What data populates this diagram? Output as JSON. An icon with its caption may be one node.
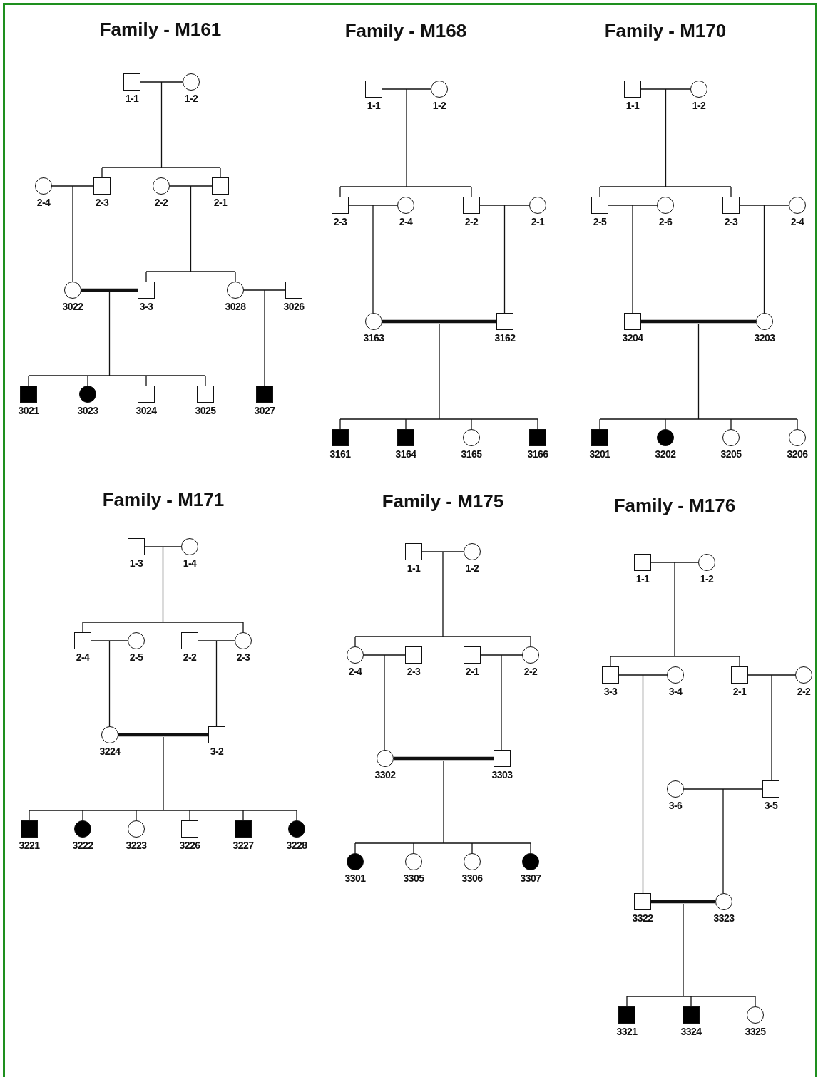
{
  "diagram": {
    "nodes": [
      {
        "text": [],
        "shape": "box",
        "beside": [
          "1-1"
        ]
      },
      {
        "text": [],
        "shape": "circle",
        "beside": [
          "1-2"
        ]
      },
      {
        "text": [],
        "shape": "circle",
        "beside": [
          "2-4"
        ]
      },
      {
        "text": [],
        "shape": "box",
        "beside": [
          "2-3"
        ]
      },
      {
        "text": [],
        "shape": "circle",
        "beside": [
          "2-2"
        ]
      },
      {
        "text": [],
        "shape": "box",
        "beside": [
          "2-1"
        ]
      },
      {
        "text": [],
        "shape": "circle",
        "beside": [
          "3022"
        ]
      },
      {
        "text": [],
        "shape": "box",
        "beside": [
          "3-3"
        ]
      },
      {
        "text": [],
        "shape": "circle",
        "beside": [
          "3028"
        ]
      },
      {
        "text": [],
        "shape": "box",
        "beside": [
          "3026"
        ]
      },
      {
        "text": [],
        "shape": "block",
        "beside": [
          "3021"
        ]
      },
      {
        "text": [],
        "shape": "dot",
        "beside": [
          "3023"
        ]
      },
      {
        "text": [],
        "shape": "box",
        "beside": [
          "3024"
        ]
      },
      {
        "text": [],
        "shape": "box",
        "beside": [
          "3025"
        ]
      },
      {
        "text": [],
        "shape": "block",
        "beside": [
          "3027"
        ]
      },
      {
        "text": [],
        "shape": "box",
        "beside": [
          "1-1"
        ]
      },
      {
        "text": [],
        "shape": "circle",
        "beside": [
          "1-2"
        ]
      },
      {
        "text": [],
        "shape": "box",
        "beside": [
          "2-3"
        ]
      },
      {
        "text": [],
        "shape": "circle",
        "beside": [
          "2-4"
        ]
      },
      {
        "text": [],
        "shape": "box",
        "beside": [
          "2-2"
        ]
      },
      {
        "text": [],
        "shape": "circle",
        "beside": [
          "2-1"
        ]
      },
      {
        "text": [],
        "shape": "circle",
        "beside": [
          "3163"
        ]
      },
      {
        "text": [],
        "shape": "box",
        "beside": [
          "3162"
        ]
      },
      {
        "text": [],
        "shape": "block",
        "beside": [
          "3161"
        ]
      },
      {
        "text": [],
        "shape": "block",
        "beside": [
          "3164"
        ]
      },
      {
        "text": [],
        "shape": "circle",
        "beside": [
          "3165"
        ]
      },
      {
        "text": [],
        "shape": "block",
        "beside": [
          "3166"
        ]
      },
      {
        "text": [],
        "shape": "box",
        "beside": [
          "1-1"
        ]
      },
      {
        "text": [],
        "shape": "circle",
        "beside": [
          "1-2"
        ]
      },
      {
        "text": [],
        "shape": "box",
        "beside": [
          "2-5"
        ]
      },
      {
        "text": [],
        "shape": "circle",
        "beside": [
          "2-6"
        ]
      },
      {
        "text": [],
        "shape": "box",
        "beside": [
          "2-3"
        ]
      },
      {
        "text": [],
        "shape": "circle",
        "beside": [
          "2-4"
        ]
      },
      {
        "text": [],
        "shape": "box",
        "beside": [
          "3204"
        ]
      },
      {
        "text": [],
        "shape": "circle",
        "beside": [
          "3203"
        ]
      },
      {
        "text": [],
        "shape": "block",
        "beside": [
          "3201"
        ]
      },
      {
        "text": [],
        "shape": "dot",
        "beside": [
          "3202"
        ]
      },
      {
        "text": [],
        "shape": "circle",
        "beside": [
          "3205"
        ]
      },
      {
        "text": [],
        "shape": "circle",
        "beside": [
          "3206"
        ]
      },
      {
        "text": [],
        "shape": "box",
        "beside": [
          "1-3"
        ]
      },
      {
        "text": [],
        "shape": "circle",
        "beside": [
          "1-4"
        ]
      },
      {
        "text": [],
        "shape": "box",
        "beside": [
          "2-4"
        ]
      },
      {
        "text": [],
        "shape": "circle",
        "beside": [
          "2-5"
        ]
      },
      {
        "text": [],
        "shape": "box",
        "beside": [
          "2-2"
        ]
      },
      {
        "text": [],
        "shape": "circle",
        "beside": [
          "2-3"
        ]
      },
      {
        "text": [],
        "shape": "circle",
        "beside": [
          "3224"
        ]
      },
      {
        "text": [],
        "shape": "box",
        "beside": [
          "3-2"
        ]
      },
      {
        "text": [],
        "shape": "block",
        "beside": [
          "3221"
        ]
      },
      {
        "text": [],
        "shape": "dot",
        "beside": [
          "3222"
        ]
      },
      {
        "text": [],
        "shape": "circle",
        "beside": [
          "3223"
        ]
      },
      {
        "text": [],
        "shape": "box",
        "beside": [
          "3226"
        ]
      },
      {
        "text": [],
        "shape": "block",
        "beside": [
          "3227"
        ]
      },
      {
        "text": [],
        "shape": "dot",
        "beside": [
          "3228"
        ]
      },
      {
        "text": [],
        "shape": "box",
        "beside": [
          "1-1"
        ]
      },
      {
        "text": [],
        "shape": "circle",
        "beside": [
          "1-2"
        ]
      },
      {
        "text": [],
        "shape": "circle",
        "beside": [
          "2-4"
        ]
      },
      {
        "text": [],
        "shape": "box",
        "beside": [
          "2-3"
        ]
      },
      {
        "text": [],
        "shape": "box",
        "beside": [
          "2-1"
        ]
      },
      {
        "text": [],
        "shape": "circle",
        "beside": [
          "2-2"
        ]
      },
      {
        "text": [],
        "shape": "circle",
        "beside": [
          "3302"
        ]
      },
      {
        "text": [],
        "shape": "box",
        "beside": [
          "3303"
        ]
      },
      {
        "text": [],
        "shape": "dot",
        "beside": [
          "3301"
        ]
      },
      {
        "text": [],
        "shape": "circle",
        "beside": [
          "3305"
        ]
      },
      {
        "text": [],
        "shape": "circle",
        "beside": [
          "3306"
        ]
      },
      {
        "text": [],
        "shape": "dot",
        "beside": [
          "3307"
        ]
      },
      {
        "text": [],
        "shape": "box",
        "beside": [
          "1-1"
        ]
      },
      {
        "text": [],
        "shape": "circle",
        "beside": [
          "1-2"
        ]
      },
      {
        "text": [],
        "shape": "box",
        "beside": [
          "3-3"
        ]
      },
      {
        "text": [],
        "shape": "circle",
        "beside": [
          "3-4"
        ]
      },
      {
        "text": [],
        "shape": "box",
        "beside": [
          "2-1"
        ]
      },
      {
        "text": [],
        "shape": "circle",
        "beside": [
          "2-2"
        ]
      },
      {
        "text": [],
        "shape": "circle",
        "beside": [
          "3-6"
        ]
      },
      {
        "text": [],
        "shape": "box",
        "beside": [
          "3-5"
        ]
      },
      {
        "text": [],
        "shape": "box",
        "beside": [
          "3322"
        ]
      },
      {
        "text": [],
        "shape": "circle",
        "beside": [
          "3323"
        ]
      },
      {
        "text": [],
        "shape": "block",
        "beside": [
          "3321"
        ]
      },
      {
        "text": [],
        "shape": "block",
        "beside": [
          "3324"
        ]
      },
      {
        "text": [],
        "shape": "circle",
        "beside": [
          "3325"
        ]
      }
    ],
    "edges": [
      {
        "from": 0,
        "to": 1,
        "arrow": "none"
      },
      {
        "from": 0,
        "to": 3,
        "arrow": "none"
      },
      {
        "from": 1,
        "to": 3,
        "arrow": "none"
      },
      {
        "from": 0,
        "to": 5,
        "arrow": "none"
      },
      {
        "from": 1,
        "to": 5,
        "arrow": "none"
      },
      {
        "from": 2,
        "to": 3,
        "arrow": "none"
      },
      {
        "from": 2,
        "to": 6,
        "arrow": "none"
      },
      {
        "from": 3,
        "to": 6,
        "arrow": "none"
      },
      {
        "from": 4,
        "to": 5,
        "arrow": "none"
      },
      {
        "from": 4,
        "to": 7,
        "arrow": "none"
      },
      {
        "from": 5,
        "to": 7,
        "arrow": "none"
      },
      {
        "from": 4,
        "to": 8,
        "arrow": "none"
      },
      {
        "from": 5,
        "to": 8,
        "arrow": "none"
      },
      {
        "from": 6,
        "to": 7,
        "arrow": "none",
        "style": "thick"
      },
      {
        "from": 6,
        "to": 10,
        "arrow": "none"
      },
      {
        "from": 7,
        "to": 10,
        "arrow": "none"
      },
      {
        "from": 6,
        "to": 11,
        "arrow": "none"
      },
      {
        "from": 7,
        "to": 11,
        "arrow": "none"
      },
      {
        "from": 6,
        "to": 12,
        "arrow": "none"
      },
      {
        "from": 7,
        "to": 12,
        "arrow": "none"
      },
      {
        "from": 6,
        "to": 13,
        "arrow": "none"
      },
      {
        "from": 7,
        "to": 13,
        "arrow": "none"
      },
      {
        "from": 8,
        "to": 9,
        "arrow": "none"
      },
      {
        "from": 8,
        "to": 14,
        "arrow": "none"
      },
      {
        "from": 9,
        "to": 14,
        "arrow": "none"
      },
      {
        "from": 15,
        "to": 16,
        "arrow": "none"
      },
      {
        "from": 15,
        "to": 17,
        "arrow": "none"
      },
      {
        "from": 16,
        "to": 17,
        "arrow": "none"
      },
      {
        "from": 15,
        "to": 19,
        "arrow": "none"
      },
      {
        "from": 16,
        "to": 19,
        "arrow": "none"
      },
      {
        "from": 17,
        "to": 18,
        "arrow": "none"
      },
      {
        "from": 17,
        "to": 21,
        "arrow": "none"
      },
      {
        "from": 18,
        "to": 21,
        "arrow": "none"
      },
      {
        "from": 19,
        "to": 20,
        "arrow": "none"
      },
      {
        "from": 19,
        "to": 22,
        "arrow": "none"
      },
      {
        "from": 20,
        "to": 22,
        "arrow": "none"
      },
      {
        "from": 21,
        "to": 22,
        "arrow": "none",
        "style": "thick"
      },
      {
        "from": 21,
        "to": 23,
        "arrow": "none"
      },
      {
        "from": 22,
        "to": 23,
        "arrow": "none"
      },
      {
        "from": 21,
        "to": 24,
        "arrow": "none"
      },
      {
        "from": 22,
        "to": 24,
        "arrow": "none"
      },
      {
        "from": 21,
        "to": 25,
        "arrow": "none"
      },
      {
        "from": 22,
        "to": 25,
        "arrow": "none"
      },
      {
        "from": 21,
        "to": 26,
        "arrow": "none"
      },
      {
        "from": 22,
        "to": 26,
        "arrow": "none"
      },
      {
        "from": 27,
        "to": 28,
        "arrow": "none"
      },
      {
        "from": 27,
        "to": 29,
        "arrow": "none"
      },
      {
        "from": 28,
        "to": 29,
        "arrow": "none"
      },
      {
        "from": 27,
        "to": 31,
        "arrow": "none"
      },
      {
        "from": 28,
        "to": 31,
        "arrow": "none"
      },
      {
        "from": 29,
        "to": 30,
        "arrow": "none"
      },
      {
        "from": 29,
        "to": 33,
        "arrow": "none"
      },
      {
        "from": 30,
        "to": 33,
        "arrow": "none"
      },
      {
        "from": 31,
        "to": 32,
        "arrow": "none"
      },
      {
        "from": 31,
        "to": 34,
        "arrow": "none"
      },
      {
        "from": 32,
        "to": 34,
        "arrow": "none"
      },
      {
        "from": 33,
        "to": 34,
        "arrow": "none",
        "style": "thick"
      },
      {
        "from": 33,
        "to": 35,
        "arrow": "none"
      },
      {
        "from": 34,
        "to": 35,
        "arrow": "none"
      },
      {
        "from": 33,
        "to": 36,
        "arrow": "none"
      },
      {
        "from": 34,
        "to": 36,
        "arrow": "none"
      },
      {
        "from": 33,
        "to": 37,
        "arrow": "none"
      },
      {
        "from": 34,
        "to": 37,
        "arrow": "none"
      },
      {
        "from": 33,
        "to": 38,
        "arrow": "none"
      },
      {
        "from": 34,
        "to": 38,
        "arrow": "none"
      },
      {
        "from": 39,
        "to": 40,
        "arrow": "none"
      },
      {
        "from": 39,
        "to": 41,
        "arrow": "none"
      },
      {
        "from": 40,
        "to": 41,
        "arrow": "none"
      },
      {
        "from": 39,
        "to": 44,
        "arrow": "none"
      },
      {
        "from": 40,
        "to": 44,
        "arrow": "none"
      },
      {
        "from": 41,
        "to": 42,
        "arrow": "none"
      },
      {
        "from": 41,
        "to": 45,
        "arrow": "none"
      },
      {
        "from": 42,
        "to": 45,
        "arrow": "none"
      },
      {
        "from": 43,
        "to": 44,
        "arrow": "none"
      },
      {
        "from": 43,
        "to": 46,
        "arrow": "none"
      },
      {
        "from": 44,
        "to": 46,
        "arrow": "none"
      },
      {
        "from": 45,
        "to": 46,
        "arrow": "none",
        "style": "thick"
      },
      {
        "from": 45,
        "to": 47,
        "arrow": "none"
      },
      {
        "from": 46,
        "to": 47,
        "arrow": "none"
      },
      {
        "from": 45,
        "to": 48,
        "arrow": "none"
      },
      {
        "from": 46,
        "to": 48,
        "arrow": "none"
      },
      {
        "from": 45,
        "to": 49,
        "arrow": "none"
      },
      {
        "from": 46,
        "to": 49,
        "arrow": "none"
      },
      {
        "from": 45,
        "to": 50,
        "arrow": "none"
      },
      {
        "from": 46,
        "to": 50,
        "arrow": "none"
      },
      {
        "from": 45,
        "to": 51,
        "arrow": "none"
      },
      {
        "from": 46,
        "to": 51,
        "arrow": "none"
      },
      {
        "from": 45,
        "to": 52,
        "arrow": "none"
      },
      {
        "from": 46,
        "to": 52,
        "arrow": "none"
      },
      {
        "from": 53,
        "to": 54,
        "arrow": "none"
      },
      {
        "from": 53,
        "to": 55,
        "arrow": "none"
      },
      {
        "from": 54,
        "to": 55,
        "arrow": "none"
      },
      {
        "from": 53,
        "to": 58,
        "arrow": "none"
      },
      {
        "from": 54,
        "to": 58,
        "arrow": "none"
      },
      {
        "from": 55,
        "to": 56,
        "arrow": "none"
      },
      {
        "from": 55,
        "to": 59,
        "arrow": "none"
      },
      {
        "from": 56,
        "to": 59,
        "arrow": "none"
      },
      {
        "from": 57,
        "to": 58,
        "arrow": "none"
      },
      {
        "from": 57,
        "to": 60,
        "arrow": "none"
      },
      {
        "from": 58,
        "to": 60,
        "arrow": "none"
      },
      {
        "from": 59,
        "to": 60,
        "arrow": "none",
        "style": "thick"
      },
      {
        "from": 59,
        "to": 61,
        "arrow": "none"
      },
      {
        "from": 60,
        "to": 61,
        "arrow": "none"
      },
      {
        "from": 59,
        "to": 62,
        "arrow": "none"
      },
      {
        "from": 60,
        "to": 62,
        "arrow": "none"
      },
      {
        "from": 59,
        "to": 63,
        "arrow": "none"
      },
      {
        "from": 60,
        "to": 63,
        "arrow": "none"
      },
      {
        "from": 59,
        "to": 64,
        "arrow": "none"
      },
      {
        "from": 60,
        "to": 64,
        "arrow": "none"
      },
      {
        "from": 65,
        "to": 66,
        "arrow": "none"
      },
      {
        "from": 65,
        "to": 67,
        "arrow": "none"
      },
      {
        "from": 66,
        "to": 67,
        "arrow": "none"
      },
      {
        "from": 65,
        "to": 69,
        "arrow": "none"
      },
      {
        "from": 66,
        "to": 69,
        "arrow": "none"
      },
      {
        "from": 67,
        "to": 68,
        "arrow": "none"
      },
      {
        "from": 67,
        "to": 73,
        "arrow": "none"
      },
      {
        "from": 68,
        "to": 73,
        "arrow": "none"
      },
      {
        "from": 69,
        "to": 70,
        "arrow": "none"
      },
      {
        "from": 69,
        "to": 72,
        "arrow": "none"
      },
      {
        "from": 70,
        "to": 72,
        "arrow": "none"
      },
      {
        "from": 71,
        "to": 72,
        "arrow": "none"
      },
      {
        "from": 71,
        "to": 74,
        "arrow": "none"
      },
      {
        "from": 72,
        "to": 74,
        "arrow": "none"
      },
      {
        "from": 73,
        "to": 74,
        "arrow": "none",
        "style": "thick"
      },
      {
        "from": 73,
        "to": 75,
        "arrow": "none"
      },
      {
        "from": 74,
        "to": 75,
        "arrow": "none"
      },
      {
        "from": 73,
        "to": 76,
        "arrow": "none"
      },
      {
        "from": 74,
        "to": 76,
        "arrow": "none"
      },
      {
        "from": 73,
        "to": 77,
        "arrow": "none"
      },
      {
        "from": 74,
        "to": 77,
        "arrow": "none"
      }
    ],
    "labels": [
      "Family - M161",
      "Family - M168",
      "Family - M170",
      "Family - M171",
      "Family - M175",
      "Family - M176"
    ]
  }
}
